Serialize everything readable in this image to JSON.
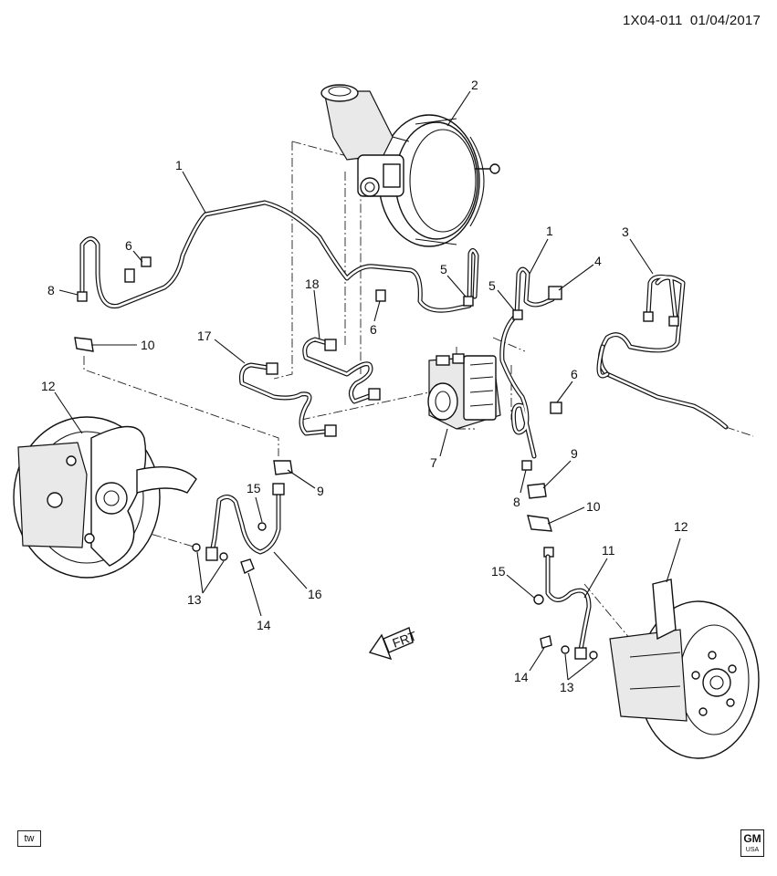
{
  "header": {
    "diagram_id": "1X04-011",
    "date": "01/04/2017"
  },
  "callouts": {
    "c1a": "1",
    "c1b": "1",
    "c2": "2",
    "c3": "3",
    "c4": "4",
    "c5a": "5",
    "c5b": "5",
    "c6a": "6",
    "c6b": "6",
    "c6c": "6",
    "c7": "7",
    "c8a": "8",
    "c8b": "8",
    "c9a": "9",
    "c9b": "9",
    "c10a": "10",
    "c10b": "10",
    "c11": "11",
    "c12a": "12",
    "c12b": "12",
    "c13a": "13",
    "c13b": "13",
    "c14a": "14",
    "c14b": "14",
    "c15a": "15",
    "c15b": "15",
    "c16": "16",
    "c17": "17",
    "c18": "18"
  },
  "fwd_arrow": {
    "label": "FRT"
  },
  "footer": {
    "left_badge": "tw",
    "logo_text": "GM",
    "logo_sub": "USA"
  }
}
